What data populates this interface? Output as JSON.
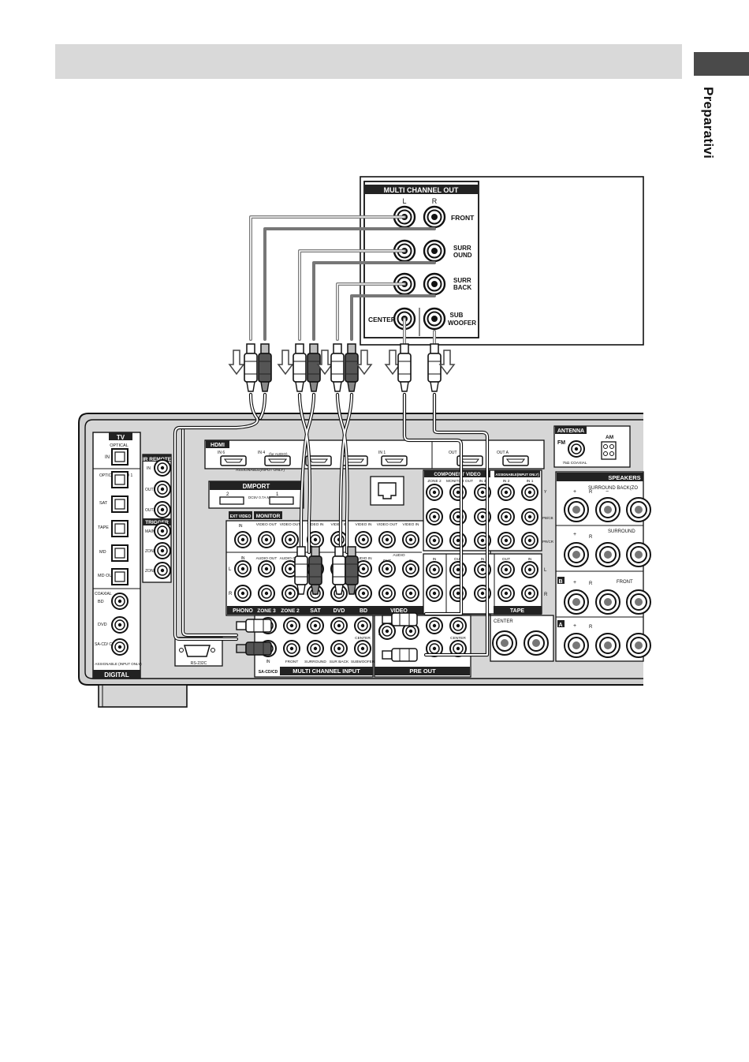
{
  "page": {
    "side_label": "Preparativi"
  },
  "out_panel": {
    "title": "MULTI CHANNEL OUT",
    "col_l": "L",
    "col_r": "R",
    "front": "FRONT",
    "surr_1": "SURR",
    "surr_2": "OUND",
    "back_1": "SURR",
    "back_2": "BACK",
    "center": "CENTER",
    "sub_1": "SUB",
    "sub_2": "WOOFER"
  },
  "receiver": {
    "tv": "TV",
    "optical": "OPTICAL",
    "in": "IN",
    "optical_video1": "OPTICAL VIDEO 1",
    "sat": "SAT",
    "tape": "TAPE",
    "md": "MD",
    "md_out": "MD OUT",
    "coaxial": "COAXIAL",
    "bd": "BD",
    "dvd": "DVD",
    "sacd": "SA-CD/ CD",
    "assignable_input_only": "ASSIGNABLE (INPUT ONLY)",
    "digital": "DIGITAL",
    "ir_remote": "IR REMOTE",
    "out1": "OUT1",
    "out2": "OUT2",
    "trigger": "TRIGGER",
    "main": "MAIN",
    "zone2": "ZONE2",
    "zone3": "ZONE3",
    "hdmi": "HDMI",
    "in6": "IN 6",
    "in4": "IN 4",
    "for_audio": "(for AUDIO)",
    "in1": "IN 1",
    "out": "OUT",
    "out_a": "OUT A",
    "assignable_hdmi": "ASSIGNABLE(INPUT ONLY)",
    "dmport": "DMPORT",
    "dmport_2": "2",
    "dmport_1": "1",
    "dmport_power": "DC5V 0.7A MAX",
    "monitor": "MONITOR",
    "ext_video": "EXT VIDEO",
    "video_out": "VIDEO OUT",
    "video_in": "VIDEO IN",
    "audio_out": "AUDIO OUT",
    "audio_in": "AUDIO IN",
    "audio": "AUDIO",
    "phono": "PHONO",
    "zone3_label": "ZONE 3",
    "zone2_label": "ZONE 2",
    "sat_label": "SAT",
    "dvd_label": "DVD",
    "bd_label": "BD",
    "video_label": "VIDEO",
    "tv_label": "TV",
    "md_label": "MD",
    "tape_label": "TAPE",
    "component_video": "COMPONENT VIDEO",
    "monitor_out": "MONITOR OUT",
    "in3": "IN 3",
    "in2": "IN 2",
    "y": "Y",
    "pb": "PB/CB",
    "pr": "PR/CR",
    "rs232": "RS-232C",
    "sacd_in": "SA-CD/CD",
    "multi_channel_input": "MULTI CHANNEL INPUT",
    "front": "FRONT",
    "surround": "SURROUND",
    "sur_back": "SUR BACK",
    "subwoofer": "SUBWOOFER",
    "center": "CENTER",
    "pre_out": "PRE OUT",
    "antenna": "ANTENNA",
    "fm": "FM",
    "coaxial_75": "75Ω COAXIAL",
    "am": "AM",
    "speakers": "SPEAKERS",
    "surround_back": "SURROUND BACK(ZO",
    "surround_sp": "SURROUND",
    "front_sp": "FRONT",
    "a": "A",
    "b": "B",
    "plus": "+",
    "minus": "−",
    "l": "L",
    "r": "R"
  },
  "colors": {
    "header_band": "#d9d9d9",
    "side_tab": "#4a4a4a",
    "panel_fill": "#cfcfcf",
    "label_fill": "#2a2a2a",
    "cable_gray": "#8a8a8a",
    "cable_white": "#ffffff"
  }
}
